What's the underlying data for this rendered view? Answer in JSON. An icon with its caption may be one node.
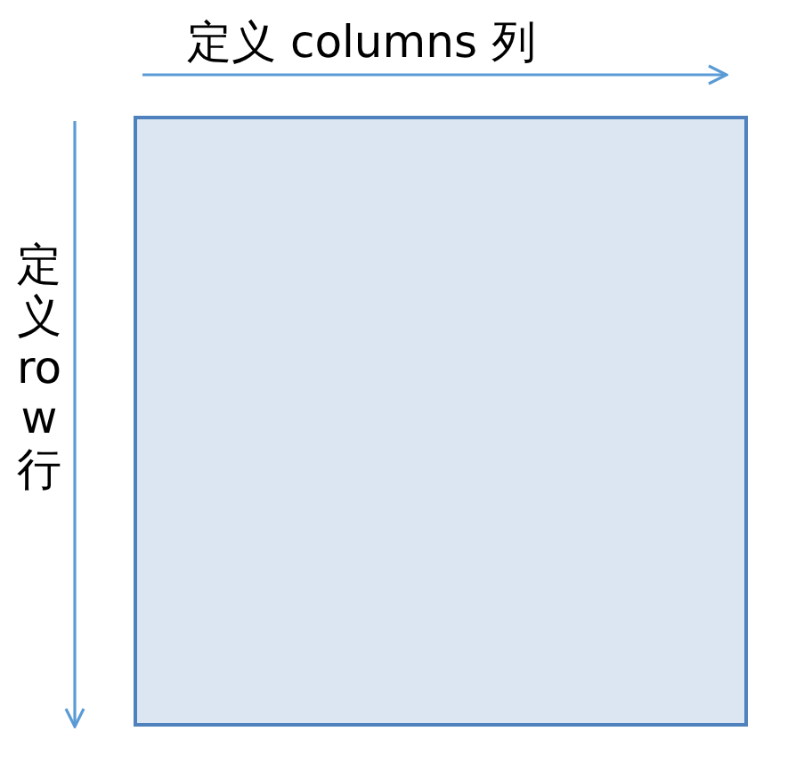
{
  "diagram": {
    "nodes": [
      {
        "text": [],
        "shape": "box"
      }
    ],
    "labels": [
      "定义 columns 列",
      "定义 row 行"
    ]
  }
}
